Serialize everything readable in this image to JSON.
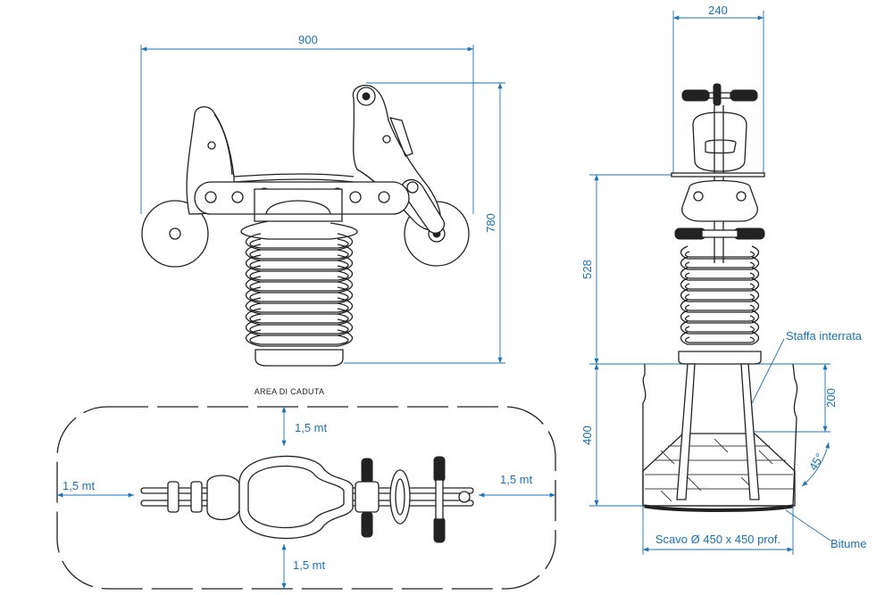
{
  "front_view": {
    "width_label": "900",
    "height_label": "780"
  },
  "side_view": {
    "width_label": "240",
    "spring_height_label": "528",
    "foundation_depth_label": "400",
    "bracket_depth_label": "200",
    "angle_label": "45°",
    "callout_bracket": "Staffa interrata",
    "callout_bitumen": "Bitume",
    "excavation_note": "Scavo Ø 450 x 450 prof."
  },
  "fall_area": {
    "title": "AREA DI CADUTA",
    "top_margin": "1,5 mt",
    "bottom_margin": "1,5 mt",
    "left_margin": "1,5 mt",
    "right_margin": "1,5 mt"
  },
  "colors": {
    "dimension": "#1a73b8",
    "outline": "#222222"
  }
}
